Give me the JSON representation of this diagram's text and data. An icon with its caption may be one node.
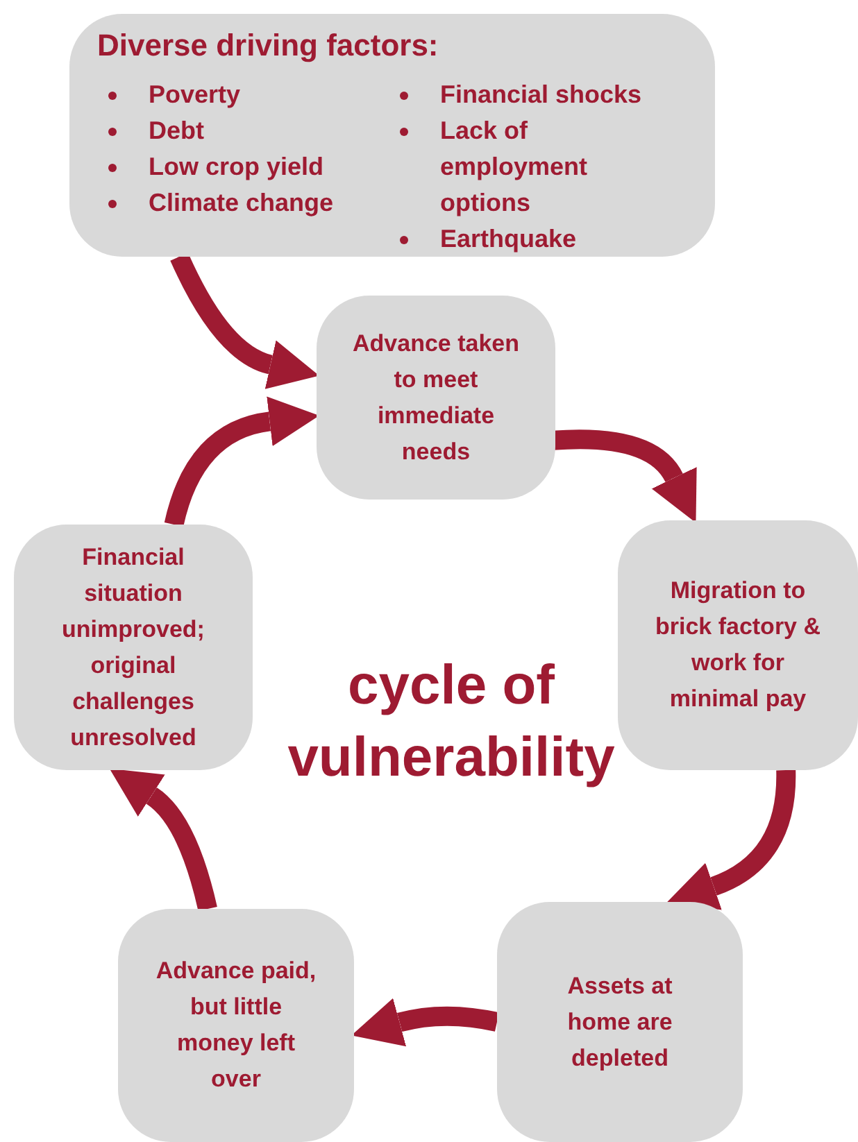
{
  "diagram": {
    "nodes": [
      {
        "text": [
          "Diverse driving factors:",
          "Poverty",
          "Debt",
          "Low crop yield",
          "Climate change",
          "Financial shocks",
          "Lack of employment options",
          "Earthquake"
        ]
      },
      {
        "text": [
          "Advance taken to meet immediate needs"
        ]
      },
      {
        "text": [
          "Migration to brick factory & work for minimal pay"
        ]
      },
      {
        "text": [
          "Assets at home are depleted"
        ]
      },
      {
        "text": [
          "Advance paid, but little money left over"
        ]
      },
      {
        "text": [
          "Financial situation unimproved; original challenges unresolved"
        ]
      }
    ],
    "edges": [
      {
        "from": 0,
        "to": 1,
        "arrow": "to"
      },
      {
        "from": 1,
        "to": 2,
        "arrow": "to"
      },
      {
        "from": 2,
        "to": 3,
        "arrow": "to"
      },
      {
        "from": 3,
        "to": 4,
        "arrow": "to"
      },
      {
        "from": 4,
        "to": 5,
        "arrow": "to"
      },
      {
        "from": 5,
        "to": 1,
        "arrow": "to"
      }
    ],
    "labels": [
      "cycle of vulnerability"
    ]
  }
}
